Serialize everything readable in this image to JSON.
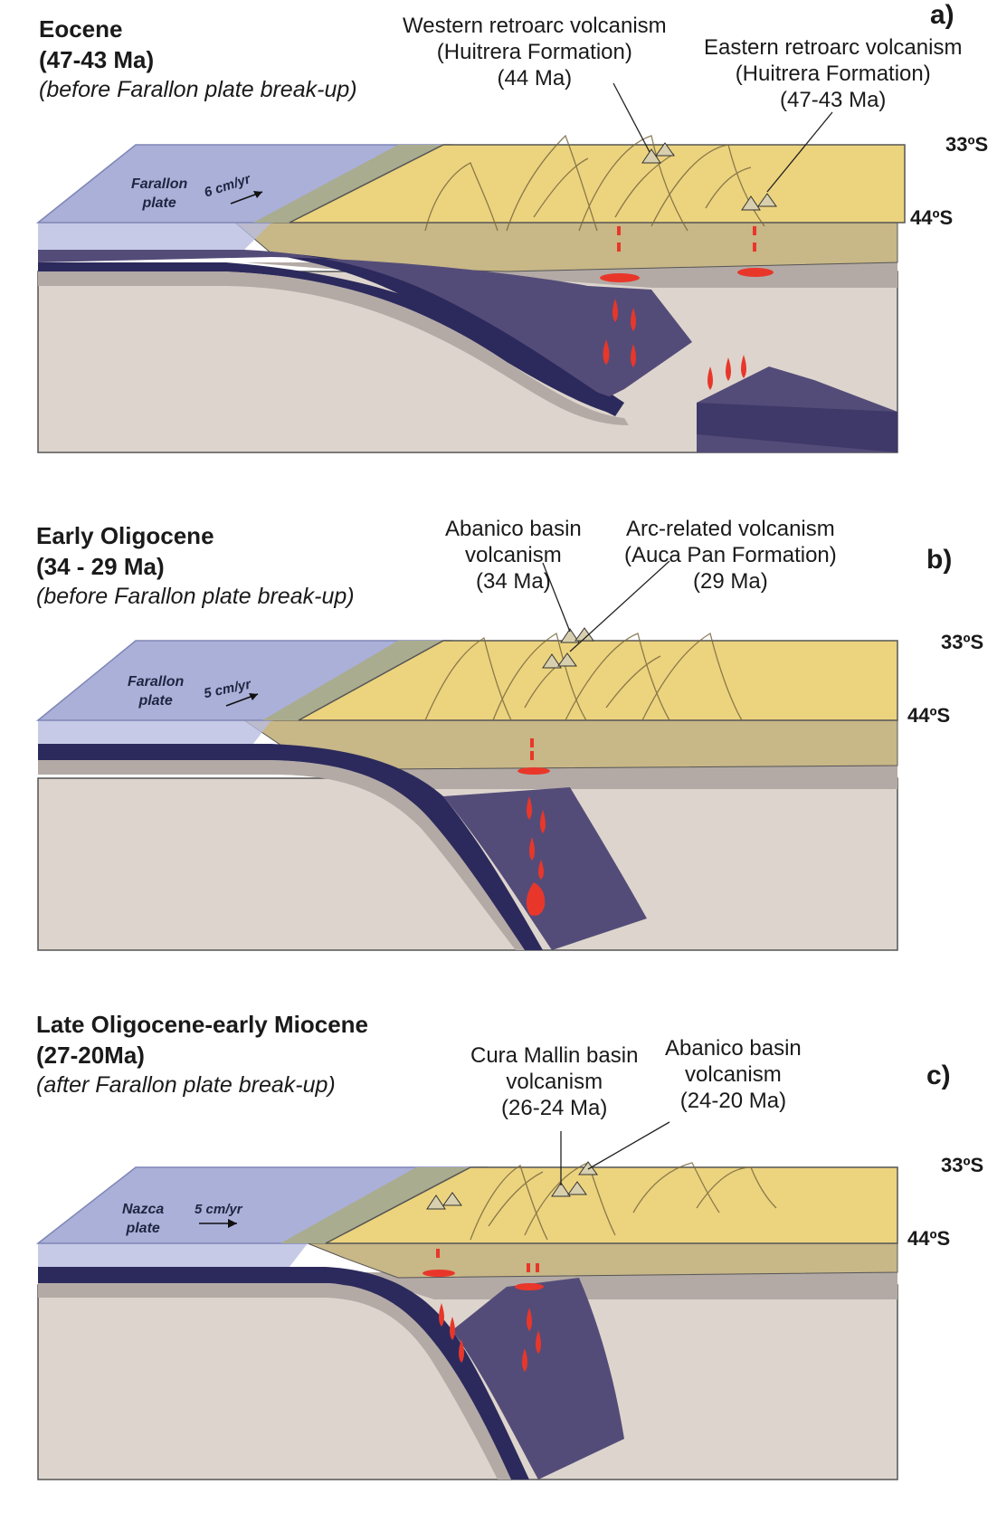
{
  "panels": [
    {
      "letter": "a)",
      "era": "Eocene",
      "age": "(47-43 Ma)",
      "context": "(before Farallon plate break-up)",
      "plate_name": [
        "Farallon",
        "plate"
      ],
      "speed": "6 cm/yr",
      "lat_north": "33ºS",
      "lat_south": "44ºS",
      "annotations": [
        {
          "lines": [
            "Western retroarc volcanism",
            "(Huitrera Formation)",
            "(44 Ma)"
          ]
        },
        {
          "lines": [
            "Eastern retroarc volcanism",
            "(Huitrera Formation)",
            "(47-43 Ma)"
          ]
        }
      ]
    },
    {
      "letter": "b)",
      "era": "Early Oligocene",
      "age": "(34 - 29 Ma)",
      "context": "(before Farallon plate break-up)",
      "plate_name": [
        "Farallon",
        "plate"
      ],
      "speed": "5 cm/yr",
      "lat_north": "33ºS",
      "lat_south": "44ºS",
      "annotations": [
        {
          "lines": [
            "Abanico basin",
            "volcanism",
            "(34 Ma)"
          ]
        },
        {
          "lines": [
            "Arc-related volcanism",
            "(Auca Pan Formation)",
            "(29 Ma)"
          ]
        }
      ]
    },
    {
      "letter": "c)",
      "era": "Late Oligocene-early Miocene",
      "age": "(27-20Ma)",
      "context": "(after Farallon plate break-up)",
      "plate_name": [
        "Nazca",
        "plate"
      ],
      "speed": "5 cm/yr",
      "lat_north": "33ºS",
      "lat_south": "44ºS",
      "annotations": [
        {
          "lines": [
            "Cura Mallin basin",
            "volcanism",
            "(26-24 Ma)"
          ]
        },
        {
          "lines": [
            "Abanico basin",
            "volcanism",
            "(24-20 Ma)"
          ]
        }
      ]
    }
  ],
  "colors": {
    "ocean": "#aab0d8",
    "ocean_edge": "#7e86b6",
    "continent_top": "#ecd37e",
    "continent_front": "#c8b787",
    "coast": "#a9ac8e",
    "crust_band": "#b3aaa6",
    "mantle": "#ddd5cd",
    "slab_dark": "#2c2a5c",
    "slab_face": "#544c78",
    "magma": "#e8372a",
    "outline": "#3a3a3a"
  }
}
